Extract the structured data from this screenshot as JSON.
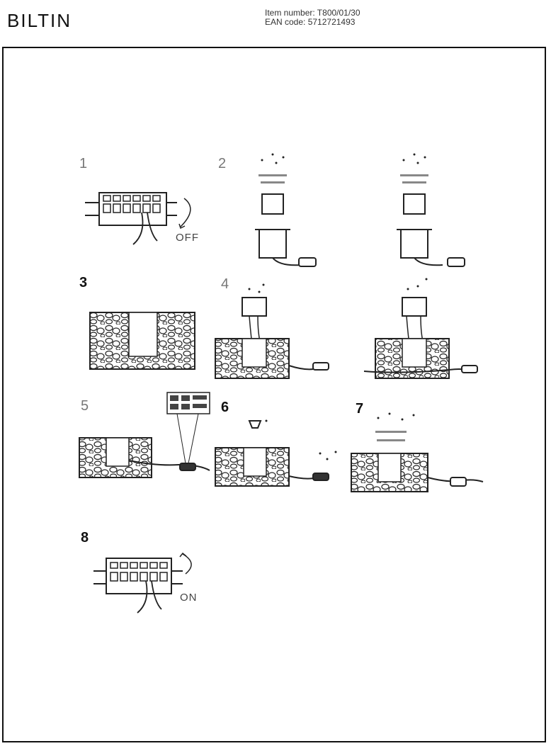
{
  "header": {
    "brand": "BILTIN",
    "item_number": "Item number: T800/01/30",
    "ean_code": "EAN code: 5712721493"
  },
  "steps": [
    {
      "number": "1",
      "label": "OFF"
    },
    {
      "number": "2"
    },
    {
      "number": "3"
    },
    {
      "number": "4"
    },
    {
      "number": "5"
    },
    {
      "number": "6"
    },
    {
      "number": "7"
    },
    {
      "number": "8",
      "label": "ON"
    }
  ]
}
